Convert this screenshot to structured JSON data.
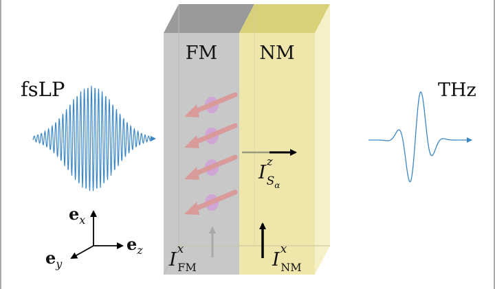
{
  "labels": {
    "fm": "FM",
    "nm": "NM",
    "input_pulse": "fsLP",
    "output_pulse": "THz",
    "spin_current": {
      "base": "I",
      "sup": "z",
      "sub": "S",
      "subsub": "α"
    },
    "fm_current": {
      "base": "I",
      "sup": "x",
      "sub": "FM"
    },
    "nm_current": {
      "base": "I",
      "sup": "x",
      "sub": "NM"
    },
    "axes": {
      "x": {
        "base": "e",
        "sub": "x"
      },
      "y": {
        "base": "e",
        "sub": "y"
      },
      "z": {
        "base": "e",
        "sub": "z"
      }
    }
  },
  "colors": {
    "fm_front": "#c8c8c8",
    "fm_top": "#9a9a9a",
    "nm_front": "#efe6ab",
    "nm_side": "#f6f0c6",
    "nm_top": "#d9d07a",
    "pulse": "#3b86c6",
    "spin_arrow": "#d99a9a",
    "spin_ball": "#cfa6d6",
    "arrow": "#000000",
    "fm_current_arrow": "#a8a8a8"
  }
}
